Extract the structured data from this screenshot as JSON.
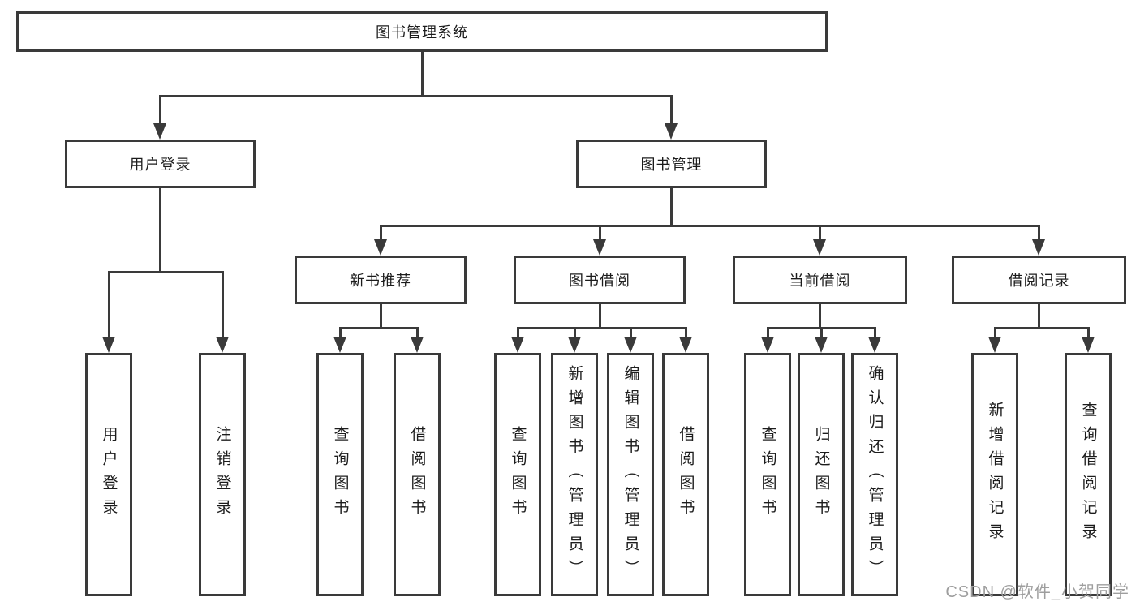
{
  "tree": {
    "root": {
      "label": "图书管理系统"
    },
    "branches": [
      {
        "label": "用户登录",
        "children": [
          {
            "label": "用户登录"
          },
          {
            "label": "注销登录"
          }
        ]
      },
      {
        "label": "图书管理",
        "children": [
          {
            "label": "新书推荐",
            "children": [
              {
                "label": "查询图书"
              },
              {
                "label": "借阅图书"
              }
            ]
          },
          {
            "label": "图书借阅",
            "children": [
              {
                "label": "查询图书"
              },
              {
                "label": "新增图书（管理员）"
              },
              {
                "label": "编辑图书（管理员）"
              },
              {
                "label": "借阅图书"
              }
            ]
          },
          {
            "label": "当前借阅",
            "children": [
              {
                "label": "查询图书"
              },
              {
                "label": "归还图书"
              },
              {
                "label": "确认归还（管理员）"
              }
            ]
          },
          {
            "label": "借阅记录",
            "children": [
              {
                "label": "新增借阅记录"
              },
              {
                "label": "查询借阅记录"
              }
            ]
          }
        ]
      }
    ]
  },
  "watermark": {
    "text": "CSDN @软件_小贺同学"
  },
  "colors": {
    "line": "#3a3a3a",
    "text": "#1c1c1c",
    "watermark": "#9e9e9e",
    "background": "#ffffff"
  }
}
